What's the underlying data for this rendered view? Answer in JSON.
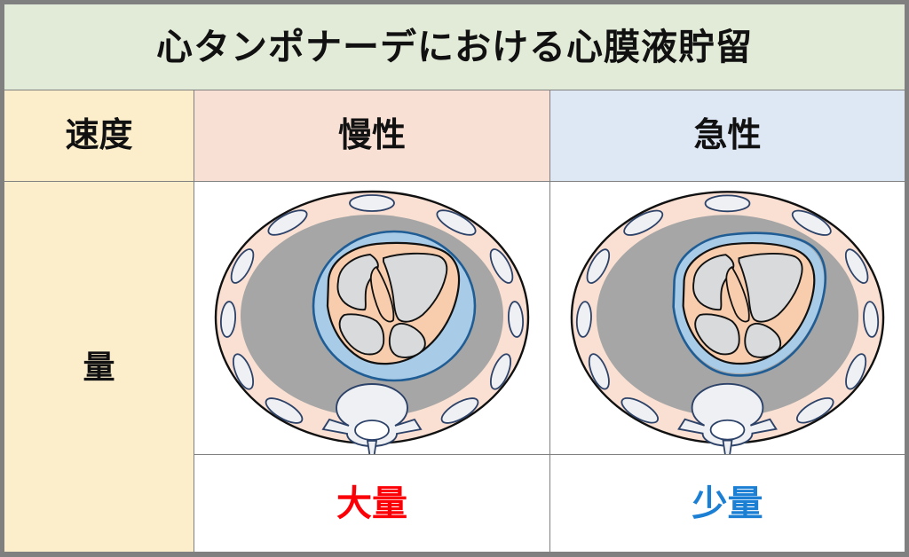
{
  "title": "心タンポナーデにおける心膜液貯留",
  "header": {
    "row_axis_label": "速度",
    "col_chronic": "慢性",
    "col_acute": "急性"
  },
  "row": {
    "amount_label": "量"
  },
  "cells": {
    "chronic_amount": "大量",
    "acute_amount": "少量"
  },
  "colors": {
    "title_bg": "#e2ead8",
    "speed_bg": "#fceecb",
    "chronic_bg": "#f9e0d4",
    "acute_bg": "#dde8f4",
    "amount_bg": "#fceecb",
    "grid_line": "#808080",
    "chest_wall": "#fae0d2",
    "lung_gray": "#a6a6a6",
    "effusion_blue": "#a8cbe8",
    "effusion_outline": "#1f5d94",
    "myocardium": "#f7cdae",
    "chamber_gray": "#d9dadb",
    "bone_white": "#eef0f3",
    "bone_outline": "#2d4268",
    "large_amount_text": "#fb0007",
    "small_amount_text": "#1b7fd4"
  },
  "diagrams": {
    "chronic": {
      "name": "chronic-pericardial-effusion-ct-cross-section",
      "description": "胸部横断像：大量の心膜液貯留",
      "effusion_size": "large"
    },
    "acute": {
      "name": "acute-pericardial-effusion-ct-cross-section",
      "description": "胸部横断像：少量の心膜液貯留",
      "effusion_size": "small"
    }
  }
}
